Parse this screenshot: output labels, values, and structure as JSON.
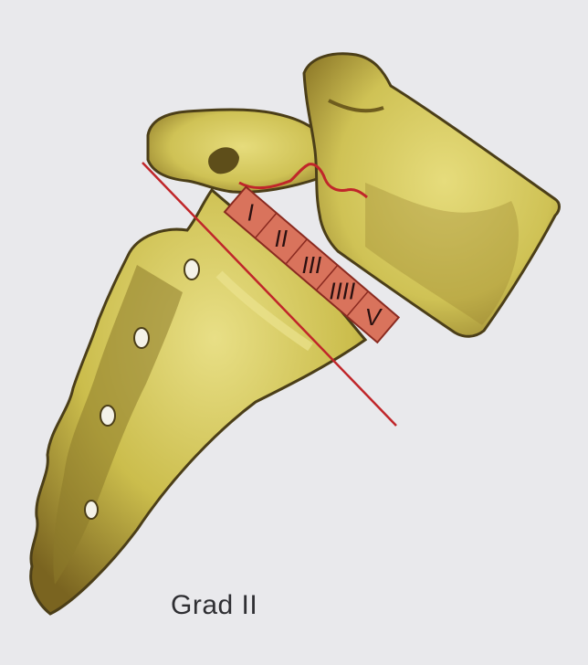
{
  "caption": "Grad II",
  "grade_labels": [
    "I",
    "II",
    "III",
    "IIII",
    "V"
  ],
  "colors": {
    "background": "#e9e9ec",
    "bone_fill": "#ccc04f",
    "bone_light": "#e3d876",
    "bone_shadow": "#7d6b22",
    "bone_outline": "#4b3e18",
    "scale_fill": "#d9735c",
    "reference_line": "#c0262a",
    "caption_text": "#2f2f33"
  }
}
